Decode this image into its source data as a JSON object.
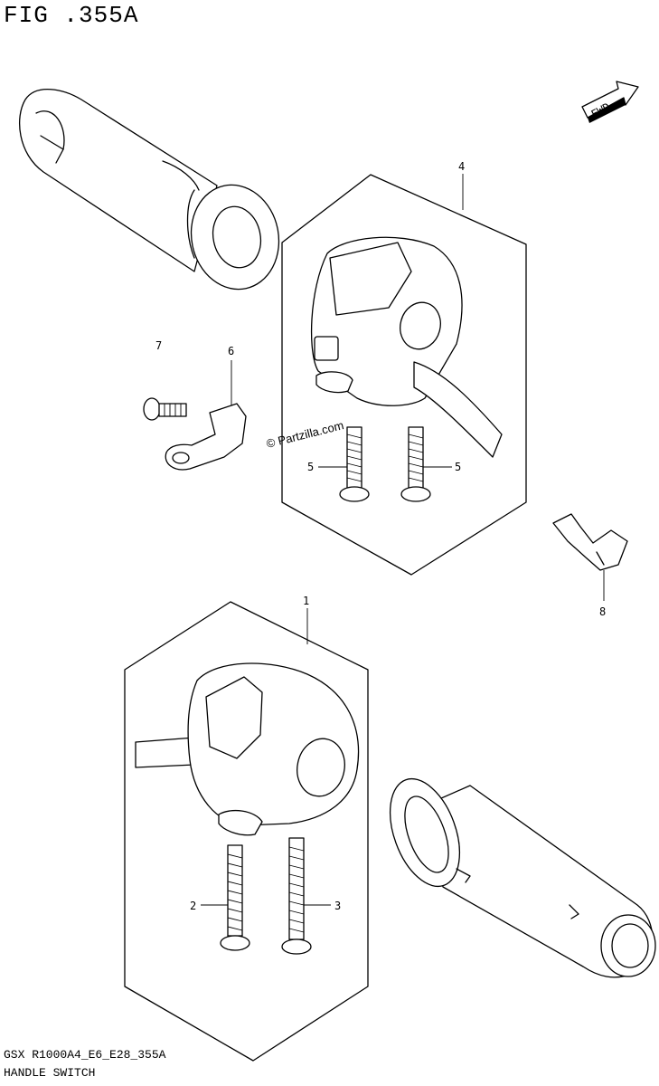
{
  "header": {
    "title": "FIG .355A"
  },
  "fwd_label": "FWD",
  "watermark": "© Partzilla.com",
  "callouts": {
    "p1": "1",
    "p2": "2",
    "p3": "3",
    "p4": "4",
    "p5a": "5",
    "p5b": "5",
    "p6": "6",
    "p7": "7",
    "p8": "8"
  },
  "footer": {
    "code": "GSX R1000A4_E6_E28_355A",
    "name": "HANDLE SWITCH"
  }
}
